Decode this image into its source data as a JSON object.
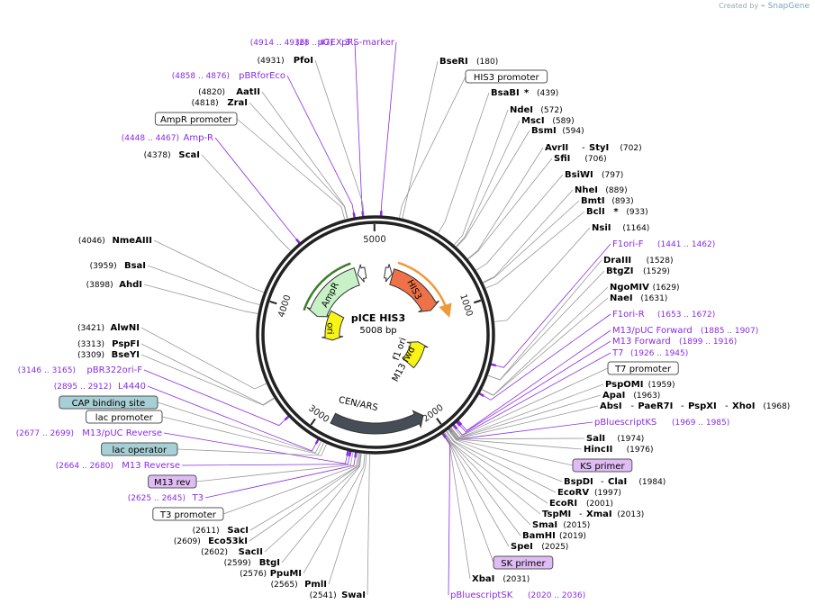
{
  "header": {
    "created_by": "Created by",
    "brand": "SnapGene"
  },
  "plasmid": {
    "name": "pICE HIS3",
    "size_label": "5008 bp"
  },
  "colors": {
    "enzyme": "#000000",
    "primer": "#8a2be2",
    "line": "#999999",
    "box_stroke": "#555555",
    "promoter_fill": "#ffffff",
    "blue_fill": "#a7cfd6",
    "violet_fill": "#dfbcf4",
    "ring": "#222222",
    "HIS3": "#ee7147",
    "HIS3_sub": "#f0a060",
    "AmpR": "#c7f2c7",
    "AmpR_sub": "#3a7d2a",
    "ori": "#f7f416",
    "f1ori": "#f7f416",
    "CENARS": "#454d56",
    "promoter_arrow": "#ffffff"
  },
  "ticks": [
    {
      "label": "1000",
      "pos": 1000
    },
    {
      "label": "2000",
      "pos": 2000
    },
    {
      "label": "3000",
      "pos": 3000
    },
    {
      "label": "4000",
      "pos": 4000
    },
    {
      "label": "5000",
      "pos": 5000
    }
  ],
  "features": [
    {
      "id": "his3",
      "label": "HIS3"
    },
    {
      "id": "ampr",
      "label": "AmpR"
    },
    {
      "id": "ori",
      "label": "ori"
    },
    {
      "id": "f1ori",
      "label": "f1 ori"
    },
    {
      "id": "cenars",
      "label": "CEN/ARS"
    },
    {
      "id": "m13fwd",
      "label": "M13 fwd"
    }
  ],
  "right_labels": [
    {
      "name": "BseRI",
      "pos": "(180)",
      "kind": "enzyme",
      "site": 180
    },
    {
      "name": "HIS3 promoter",
      "kind": "box",
      "fill": "promoter_fill",
      "site": 160
    },
    {
      "name": "BsaBI",
      "pos": "(439)",
      "kind": "enzyme",
      "star": "*",
      "site": 439
    },
    {
      "name": "NdeI",
      "pos": "(572)",
      "kind": "enzyme",
      "site": 572
    },
    {
      "name": "MscI",
      "pos": "(589)",
      "kind": "enzyme",
      "site": 589
    },
    {
      "name": "BsmI",
      "pos": "(594)",
      "kind": "enzyme",
      "site": 594
    },
    {
      "name": "AvrII",
      "name2": "StyI",
      "pos": "(702)",
      "kind": "enzyme",
      "site": 702
    },
    {
      "name": "SfiI",
      "pos": "(706)",
      "kind": "enzyme",
      "site": 706
    },
    {
      "name": "BsiWI",
      "pos": "(797)",
      "kind": "enzyme",
      "site": 797
    },
    {
      "name": "NheI",
      "pos": "(889)",
      "kind": "enzyme",
      "site": 889
    },
    {
      "name": "BmtI",
      "pos": "(893)",
      "kind": "enzyme",
      "site": 893
    },
    {
      "name": "BclI",
      "pos": "(933)",
      "kind": "enzyme",
      "star": "*",
      "site": 933
    },
    {
      "name": "NsiI",
      "pos": "(1164)",
      "kind": "enzyme",
      "site": 1164
    },
    {
      "name": "F1ori-F",
      "pos": "(1441 .. 1462)",
      "kind": "primer",
      "site": 1451
    },
    {
      "name": "DraIII",
      "pos": "(1528)",
      "kind": "enzyme",
      "site": 1528
    },
    {
      "name": "BtgZI",
      "pos": "(1529)",
      "kind": "enzyme",
      "site": 1529
    },
    {
      "name": "NgoMIV",
      "pos": "(1629)",
      "kind": "enzyme",
      "site": 1629
    },
    {
      "name": "NaeI",
      "pos": "(1631)",
      "kind": "enzyme",
      "site": 1631
    },
    {
      "name": "F1ori-R",
      "pos": "(1653 .. 1672)",
      "kind": "primer",
      "site": 1662
    },
    {
      "name": "M13/pUC Forward",
      "pos": "(1885 .. 1907)",
      "kind": "primer",
      "site": 1896
    },
    {
      "name": "M13 Forward",
      "pos": "(1899 .. 1916)",
      "kind": "primer",
      "site": 1907
    },
    {
      "name": "T7",
      "pos": "(1926 .. 1945)",
      "kind": "primer",
      "site": 1935
    },
    {
      "name": "T7 promoter",
      "kind": "box",
      "fill": "promoter_fill",
      "site": 1945
    },
    {
      "name": "PspOMI",
      "pos": "(1959)",
      "kind": "enzyme",
      "site": 1959
    },
    {
      "name": "ApaI",
      "pos": "(1963)",
      "kind": "enzyme",
      "site": 1963
    },
    {
      "name": "AbsI",
      "name2": "PaeR7I",
      "name3": "PspXI",
      "name4": "XhoI",
      "pos": "(1968)",
      "kind": "enzyme",
      "site": 1968
    },
    {
      "name": "pBluescriptKS",
      "pos": "(1969 .. 1985)",
      "kind": "primer",
      "site": 1977
    },
    {
      "name": "SalI",
      "pos": "(1974)",
      "kind": "enzyme",
      "site": 1974
    },
    {
      "name": "HincII",
      "pos": "(1976)",
      "kind": "enzyme",
      "site": 1976
    },
    {
      "name": "KS primer",
      "kind": "box",
      "fill": "violet_fill",
      "site": 1980
    },
    {
      "name": "BspDI",
      "name2": "ClaI",
      "pos": "(1984)",
      "kind": "enzyme",
      "site": 1984
    },
    {
      "name": "EcoRV",
      "pos": "(1997)",
      "kind": "enzyme",
      "site": 1997
    },
    {
      "name": "EcoRI",
      "pos": "(2001)",
      "kind": "enzyme",
      "site": 2001
    },
    {
      "name": "TspMI",
      "name2": "XmaI",
      "pos": "(2013)",
      "kind": "enzyme",
      "site": 2013
    },
    {
      "name": "SmaI",
      "pos": "(2015)",
      "kind": "enzyme",
      "site": 2015
    },
    {
      "name": "BamHI",
      "pos": "(2019)",
      "kind": "enzyme",
      "site": 2019
    },
    {
      "name": "SpeI",
      "pos": "(2025)",
      "kind": "enzyme",
      "site": 2025
    },
    {
      "name": "SK primer",
      "kind": "box",
      "fill": "violet_fill",
      "site": 2028
    },
    {
      "name": "XbaI",
      "pos": "(2031)",
      "kind": "enzyme",
      "site": 2031
    },
    {
      "name": "pBluescriptSK",
      "pos": "(2020 .. 2036)",
      "kind": "primer",
      "site": 2028
    }
  ],
  "left_labels": [
    {
      "name": "pGEX 3'",
      "pos": "(4914 .. 4936)",
      "kind": "primer",
      "site": 4925
    },
    {
      "name": "pRS-marker",
      "pos": "(28 .. 47)",
      "kind": "primer",
      "site": 37
    },
    {
      "name": "PfoI",
      "pos": "(4931)",
      "kind": "enzyme",
      "site": 4931
    },
    {
      "name": "pBRforEco",
      "pos": "(4858 .. 4876)",
      "kind": "primer",
      "site": 4867
    },
    {
      "name": "AatII",
      "pos": "(4820)",
      "kind": "enzyme",
      "site": 4820
    },
    {
      "name": "ZraI",
      "pos": "(4818)",
      "kind": "enzyme",
      "site": 4818
    },
    {
      "name": "AmpR promoter",
      "kind": "box",
      "fill": "promoter_fill",
      "site": 4800
    },
    {
      "name": "Amp-R",
      "pos": "(4448 .. 4467)",
      "kind": "primer",
      "site": 4457
    },
    {
      "name": "ScaI",
      "pos": "(4378)",
      "kind": "enzyme",
      "site": 4378
    },
    {
      "name": "NmeAIII",
      "pos": "(4046)",
      "kind": "enzyme",
      "site": 4046
    },
    {
      "name": "BsaI",
      "pos": "(3959)",
      "kind": "enzyme",
      "site": 3959
    },
    {
      "name": "AhdI",
      "pos": "(3898)",
      "kind": "enzyme",
      "site": 3898
    },
    {
      "name": "AlwNI",
      "pos": "(3421)",
      "kind": "enzyme",
      "site": 3421
    },
    {
      "name": "PspFI",
      "pos": "(3313)",
      "kind": "enzyme",
      "site": 3313
    },
    {
      "name": "BseYI",
      "pos": "(3309)",
      "kind": "enzyme",
      "site": 3309
    },
    {
      "name": "pBR322ori-F",
      "pos": "(3146 .. 3165)",
      "kind": "primer",
      "site": 3155
    },
    {
      "name": "L4440",
      "pos": "(2895 .. 2912)",
      "kind": "primer",
      "site": 2903
    },
    {
      "name": "CAP binding site",
      "kind": "box",
      "fill": "blue_fill",
      "site": 2880
    },
    {
      "name": "lac promoter",
      "kind": "box",
      "fill": "promoter_fill",
      "site": 2860
    },
    {
      "name": "M13/pUC Reverse",
      "pos": "(2677 .. 2699)",
      "kind": "primer",
      "site": 2688
    },
    {
      "name": "lac operator",
      "kind": "box",
      "fill": "blue_fill",
      "site": 2840
    },
    {
      "name": "M13 Reverse",
      "pos": "(2664 .. 2680)",
      "kind": "primer",
      "site": 2672
    },
    {
      "name": "M13 rev",
      "kind": "box",
      "fill": "violet_fill",
      "site": 2655
    },
    {
      "name": "T3",
      "pos": "(2625 .. 2645)",
      "kind": "primer",
      "site": 2635
    },
    {
      "name": "T3 promoter",
      "kind": "box",
      "fill": "promoter_fill",
      "site": 2620
    },
    {
      "name": "SacI",
      "pos": "(2611)",
      "kind": "enzyme",
      "site": 2611
    },
    {
      "name": "Eco53kI",
      "pos": "(2609)",
      "kind": "enzyme",
      "site": 2609
    },
    {
      "name": "SacII",
      "pos": "(2602)",
      "kind": "enzyme",
      "site": 2602
    },
    {
      "name": "BtgI",
      "pos": "(2599)",
      "kind": "enzyme",
      "site": 2599
    },
    {
      "name": "PpuMI",
      "pos": "(2576)",
      "kind": "enzyme",
      "site": 2576
    },
    {
      "name": "PmlI",
      "pos": "(2565)",
      "kind": "enzyme",
      "site": 2565
    },
    {
      "name": "SwaI",
      "pos": "(2541)",
      "kind": "enzyme",
      "site": 2541
    }
  ]
}
